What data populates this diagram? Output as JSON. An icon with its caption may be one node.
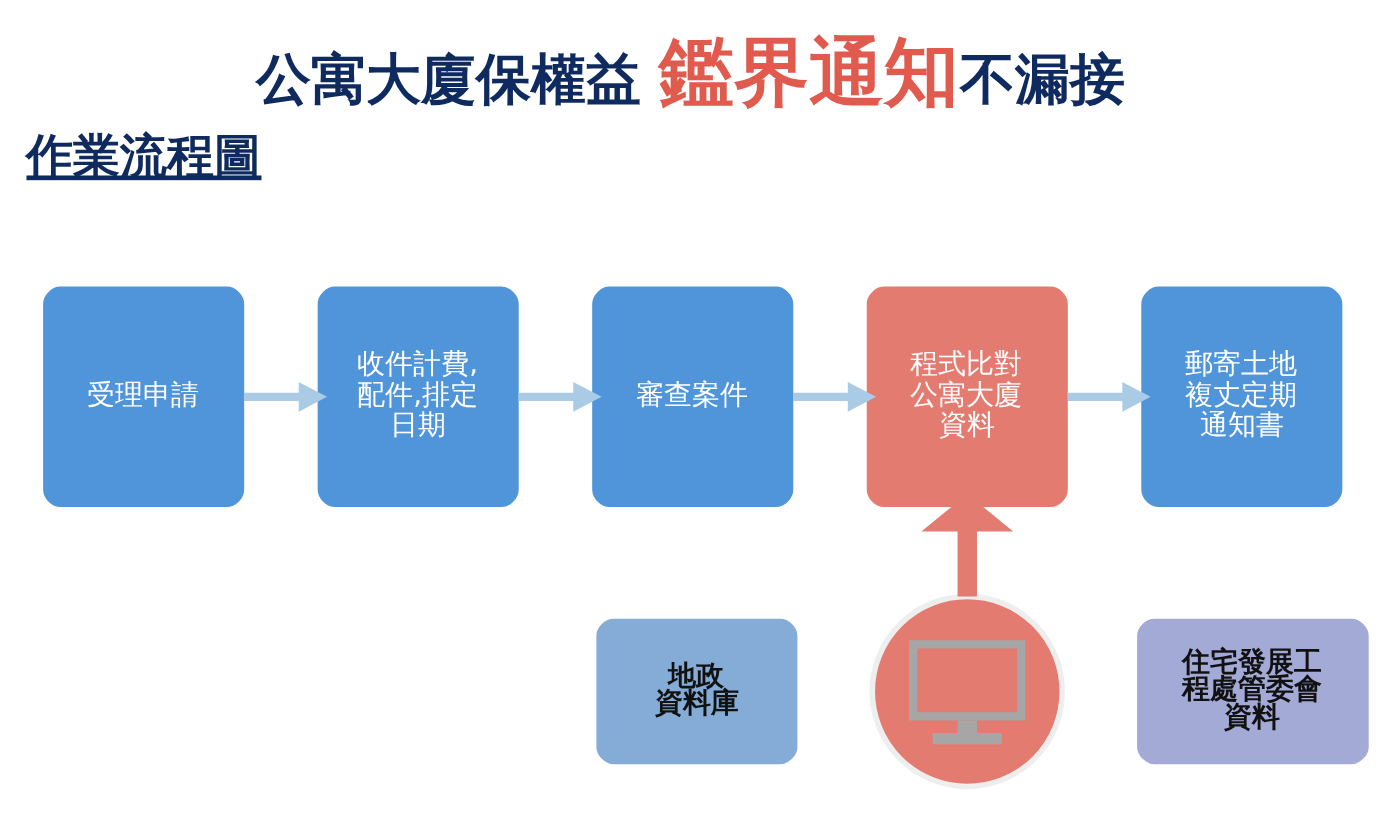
{
  "diagram": {
    "title": "公寓大廈保權益 **鑑界通知**不漏接",
    "nodes": [
      {
        "text": [
          "受理申請"
        ]
      },
      {
        "text": [
          "收件計費,配件,排定日期"
        ]
      },
      {
        "text": [
          "審查案件"
        ]
      },
      {
        "text": [
          "程式比對公寓大廈資料"
        ]
      },
      {
        "text": [
          "郵寄土地複丈定期通知書"
        ]
      },
      {
        "text": [
          "地政資料庫"
        ]
      },
      {
        "text": [],
        "shape": "circle"
      },
      {
        "text": [
          "住宅發展工程處管委會資料"
        ]
      }
    ],
    "edges": [
      {
        "from": 0,
        "to": 1,
        "arrow": "to"
      },
      {
        "from": 1,
        "to": 2,
        "arrow": "to"
      },
      {
        "from": 2,
        "to": 3,
        "arrow": "to"
      },
      {
        "from": 3,
        "to": 4,
        "arrow": "to"
      },
      {
        "from": 6,
        "to": 3,
        "arrow": "to",
        "style": "thick",
        "color": "#e47b70"
      }
    ],
    "labels": [
      "作業流程圖"
    ]
  }
}
